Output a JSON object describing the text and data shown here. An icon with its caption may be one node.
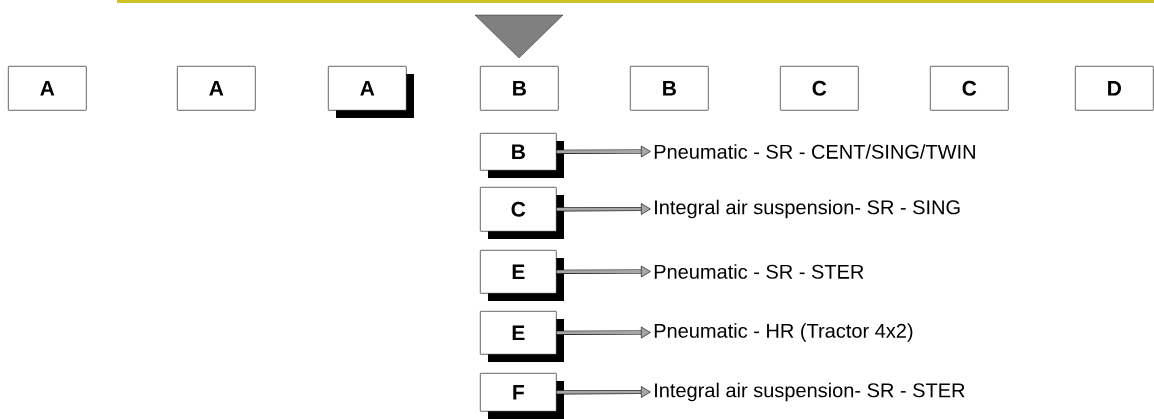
{
  "diagram": {
    "nodes": [
      {
        "text": [
          "A"
        ]
      },
      {
        "text": [
          "A"
        ]
      },
      {
        "text": [
          "A"
        ]
      },
      {
        "text": [
          "B"
        ]
      },
      {
        "text": [
          "B"
        ]
      },
      {
        "text": [
          "C"
        ]
      },
      {
        "text": [
          "C"
        ]
      },
      {
        "text": [
          "D"
        ]
      },
      {
        "text": [
          "B"
        ]
      },
      {
        "text": [
          "C"
        ]
      },
      {
        "text": [
          "E"
        ]
      },
      {
        "text": [
          "E"
        ]
      },
      {
        "text": [
          "F"
        ]
      },
      {
        "text": [
          "Pneumatic - SR - CENT/SING/TWIN"
        ]
      },
      {
        "text": [
          "Integral air suspension- SR - SING"
        ]
      },
      {
        "text": [
          "Pneumatic - SR - STER"
        ]
      },
      {
        "text": [
          "Pneumatic - HR (Tractor 4x2)"
        ]
      },
      {
        "text": [
          "Integral air suspension- SR - STER"
        ]
      },
      {
        "text": [],
        "shape": "triangle"
      }
    ],
    "edges": [
      {
        "from": 8,
        "to": 13,
        "arrow": "to"
      },
      {
        "from": 9,
        "to": 14,
        "arrow": "to"
      },
      {
        "from": 10,
        "to": 15,
        "arrow": "to"
      },
      {
        "from": 11,
        "to": 16,
        "arrow": "to"
      },
      {
        "from": 12,
        "to": 17,
        "arrow": "to"
      }
    ]
  }
}
